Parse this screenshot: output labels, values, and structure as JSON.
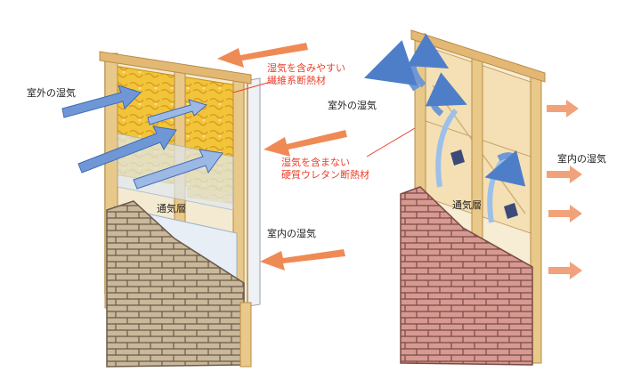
{
  "labels": {
    "outdoor_moisture": "室外の湿気",
    "indoor_moisture": "室内の湿気",
    "ventilation_layer": "通気層",
    "fibrous_insulation_line1": "湿気を含みやすい",
    "fibrous_insulation_line2": "繊維系断熱材",
    "urethane_insulation_line1": "湿気を含まない",
    "urethane_insulation_line2": "硬質ウレタン断熱材"
  },
  "colors": {
    "wood": "#e9c98a",
    "wood_edge": "#b98c45",
    "fiber_insulation": "#f2c43a",
    "urethane_board": "#f4e0b4",
    "brick_left": "#c9b89a",
    "brick_right": "#d79a92",
    "mortar": "#6b5a4a",
    "sheathing_blue": "#dfe9f2",
    "outdoor_arrow": "#6f97d6",
    "indoor_arrow": "#ef8a55",
    "label_red": "#e8402c",
    "label_dark": "#222222"
  }
}
